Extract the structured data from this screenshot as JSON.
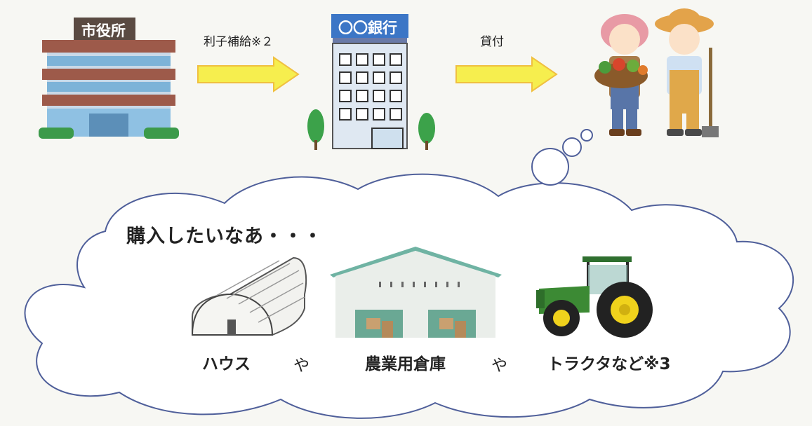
{
  "flow": {
    "city_hall_sign": "市役所",
    "arrow1_label": "利子補給※２",
    "bank_sign": "〇〇銀行",
    "arrow2_label": "貸付"
  },
  "thought": {
    "wish": "購入したいなあ・・・",
    "item1": "ハウス",
    "sep1": "や",
    "item2": "農業用倉庫",
    "sep2": "や",
    "item3": "トラクタなど※3"
  }
}
